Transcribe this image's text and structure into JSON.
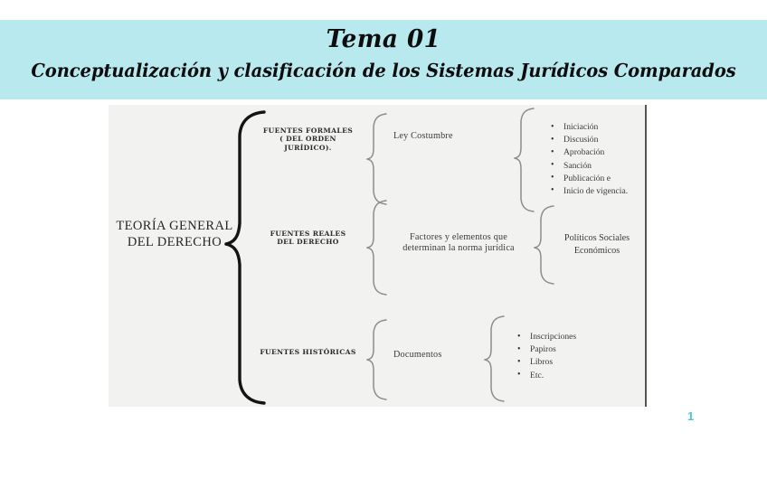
{
  "slide": {
    "title": "Tema 01",
    "subtitle": "Conceptualización y clasificación de los Sistemas Jurídicos Comparados",
    "page_number": "1",
    "colors": {
      "header_band": "#b8e9ef",
      "page_number": "#45c8dc",
      "diagram_background": "#f2f2f1",
      "text": "#2b2b2b"
    }
  },
  "diagram": {
    "root": "TEORÍA GENERAL\nDEL DERECHO",
    "root_line_1": "TEORÍA GENERAL",
    "root_line_2": "DEL DERECHO",
    "branches": [
      {
        "label": "FUENTES FORMALES\n( DEL ORDEN\nJURÍDICO).",
        "label_line_1": "FUENTES FORMALES",
        "label_line_2": "( DEL ORDEN",
        "label_line_3": "JURÍDICO).",
        "middle": "Ley Costumbre",
        "leaves": [
          "Iniciación",
          "Discusión",
          "Aprobación",
          "Sanción",
          "Publicación e",
          "Inicio de vigencia."
        ]
      },
      {
        "label": "FUENTES REALES\nDEL DERECHO",
        "label_line_1": "FUENTES REALES",
        "label_line_2": "DEL DERECHO",
        "middle": "Factores y elementos que determinan la norma jurídica",
        "middle_line_1": "Factores y elementos que",
        "middle_line_2": "determinan la norma jurídica",
        "leaves_text_line_1": "Políticos Sociales",
        "leaves_text_line_2": "Económicos",
        "leaves": [
          "Políticos Sociales",
          "Económicos"
        ]
      },
      {
        "label": "FUENTES HISTÓRICAS",
        "label_line_1": "FUENTES HISTÓRICAS",
        "middle": "Documentos",
        "leaves": [
          "Inscripciones",
          "Papiros",
          "Libros",
          "Etc."
        ]
      }
    ]
  }
}
